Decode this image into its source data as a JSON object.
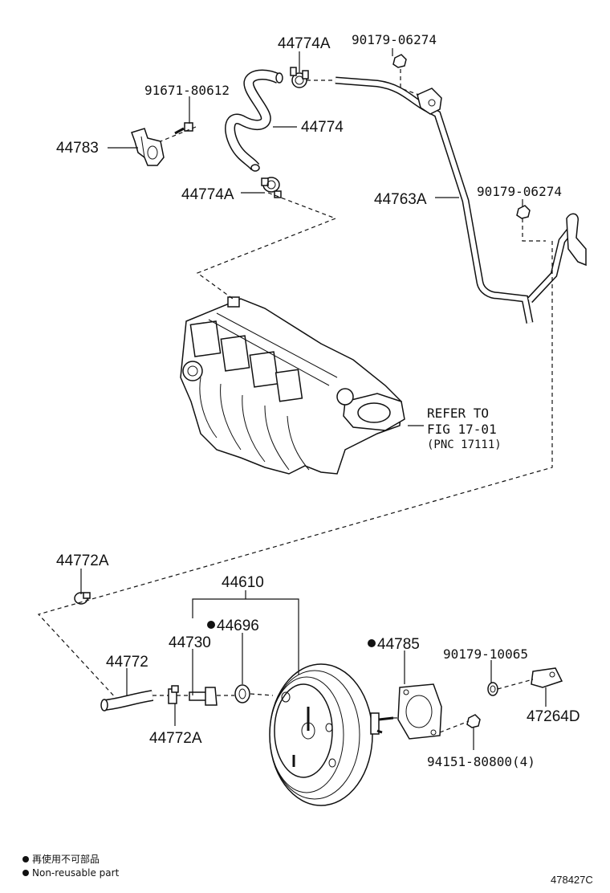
{
  "labels": {
    "p44774A_top": "44774A",
    "p90179_06274_top": "90179-06274",
    "p91671_80612": "91671-80612",
    "p44774": "44774",
    "p44783": "44783",
    "p44774A_bottom": "44774A",
    "p44763A": "44763A",
    "p90179_06274_right": "90179-06274",
    "refer_line1": "REFER TO",
    "refer_line2": "FIG 17-01",
    "refer_line3": "(PNC 17111)",
    "p44772A_top": "44772A",
    "p44610": "44610",
    "p44696": "44696",
    "p44730": "44730",
    "p44772": "44772",
    "p44785": "44785",
    "p90179_10065": "90179-10065",
    "p47264D": "47264D",
    "p44772A_bottom": "44772A",
    "p94151_80800": "94151-80800(4)"
  },
  "legend": {
    "line1": "再使用不可部品",
    "line2": "Non-reusable part"
  },
  "figure_id": "478427C"
}
